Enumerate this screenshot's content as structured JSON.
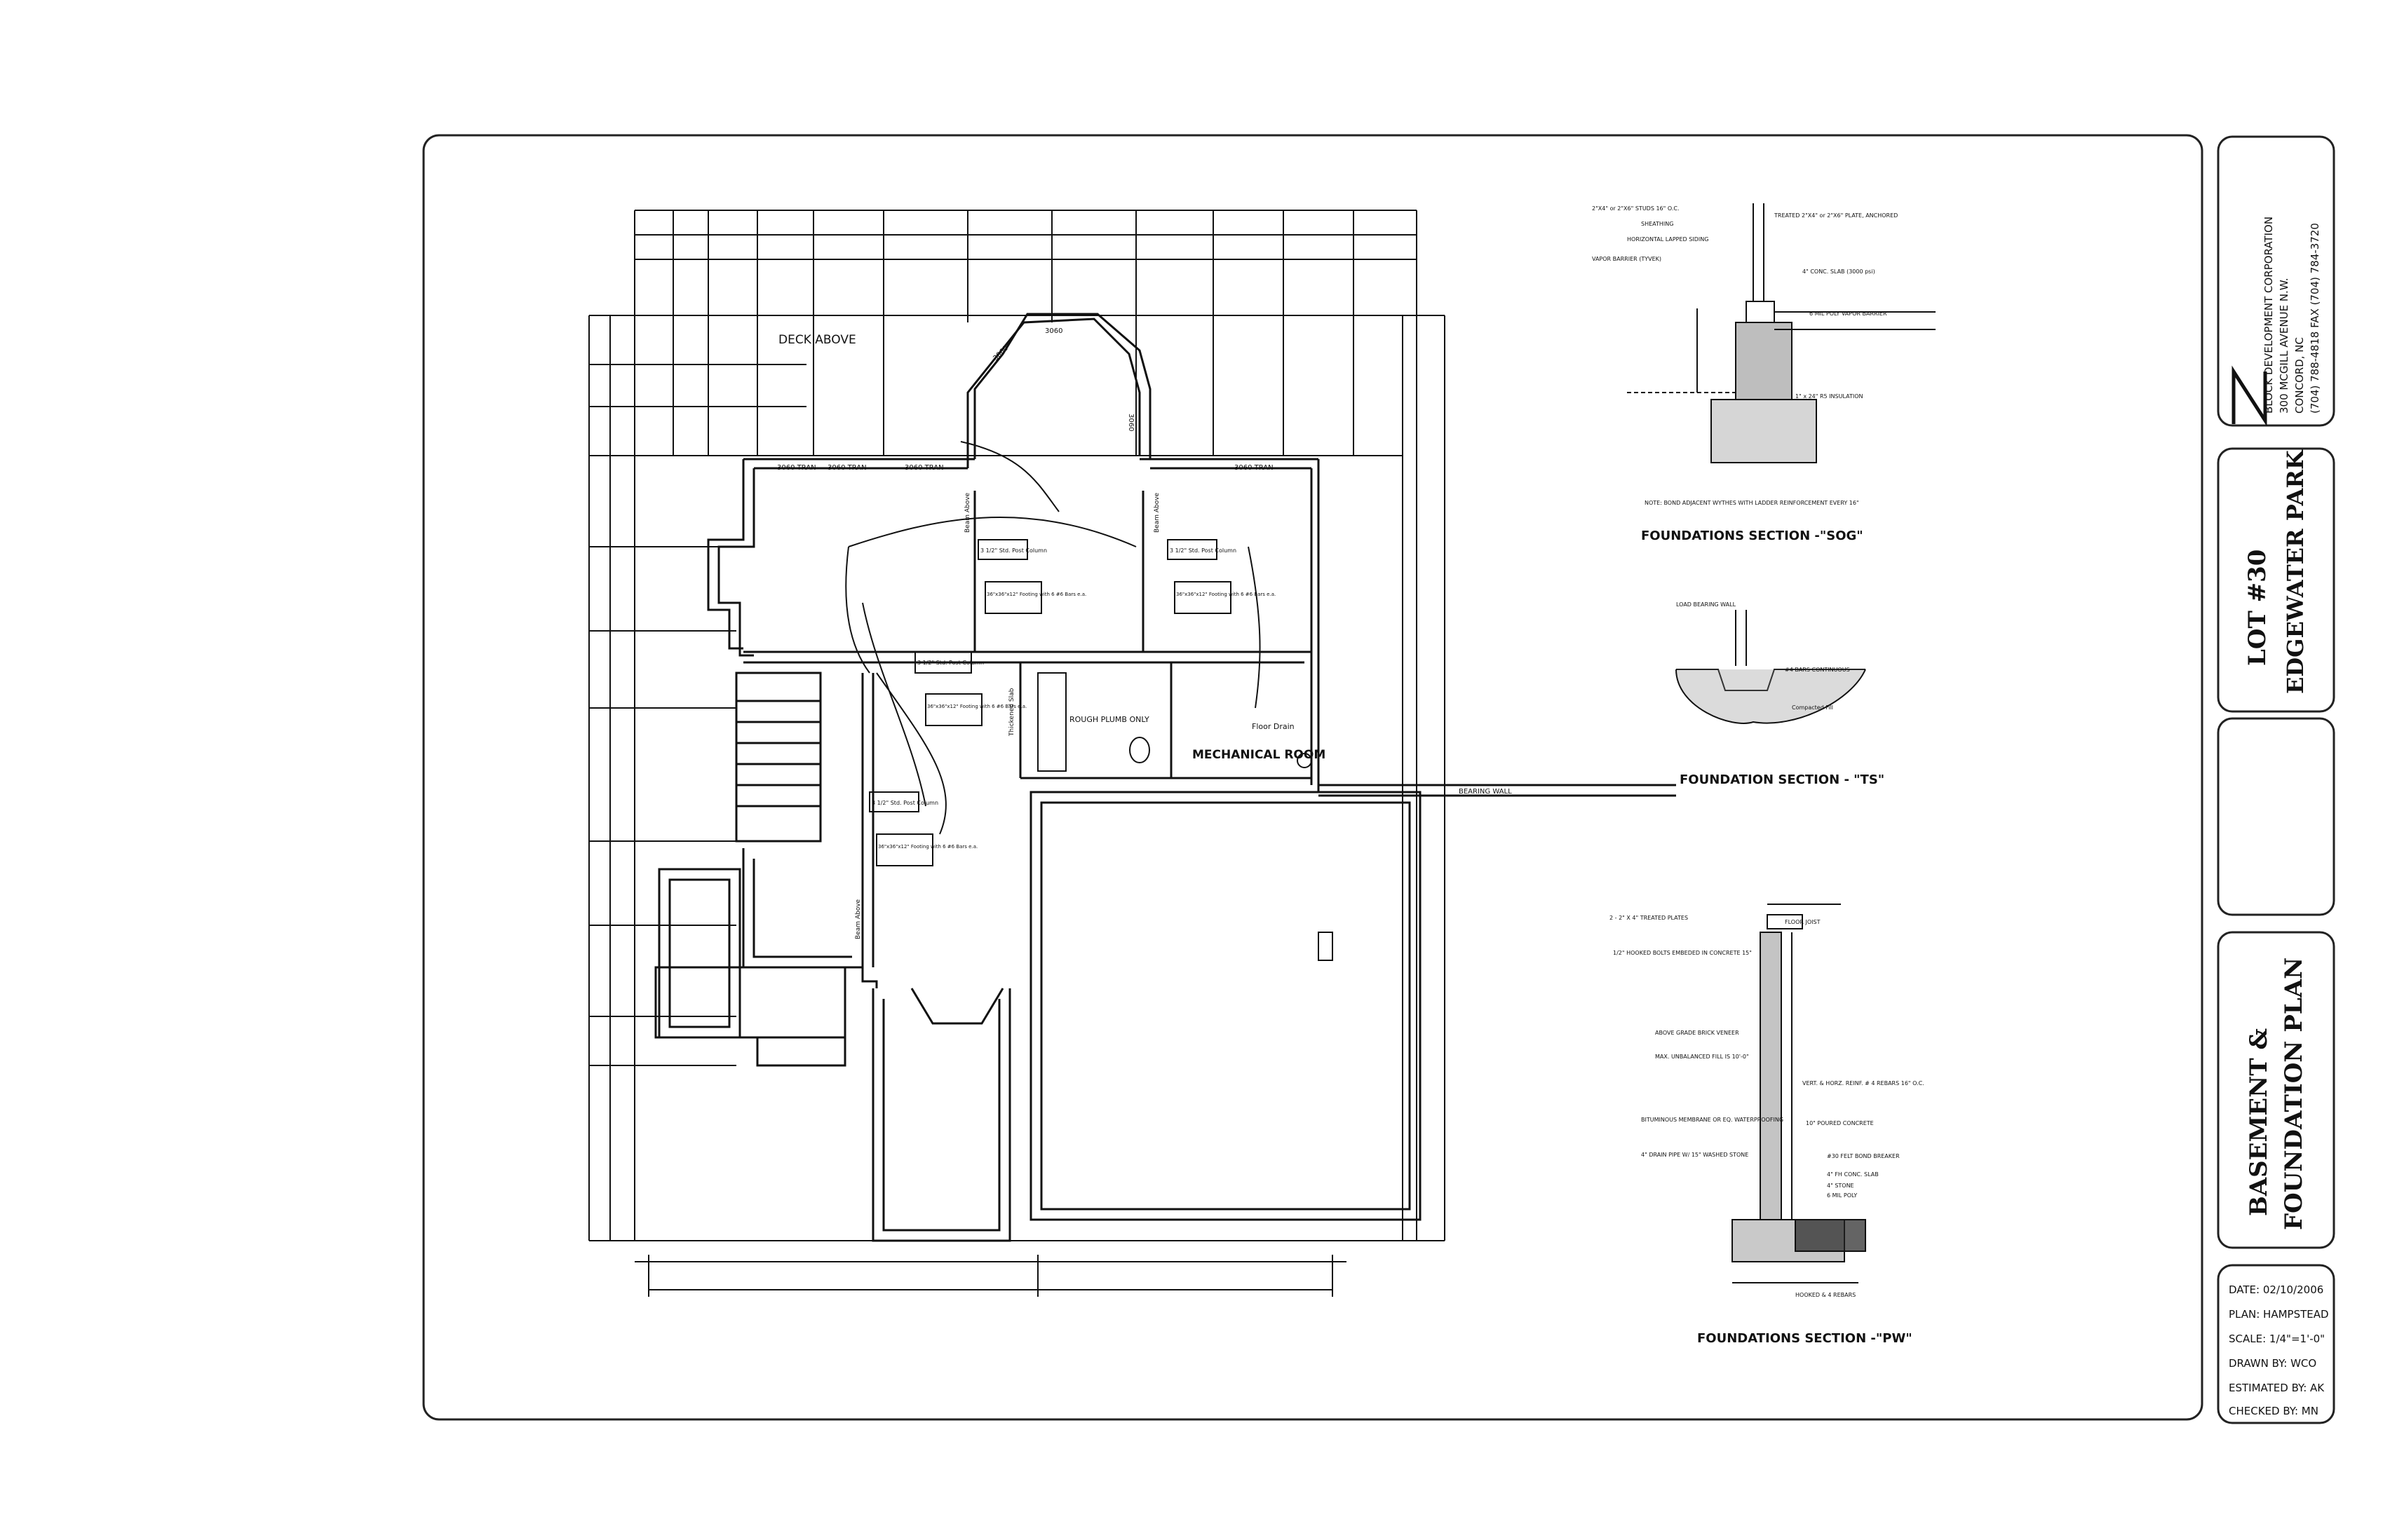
{
  "plan": {
    "deck_above": "DECK ABOVE",
    "mechanical_room": "MECHANICAL ROOM",
    "rough_plumb": "ROUGH PLUMB ONLY",
    "floor_drain": "Floor Drain",
    "bearing_wall": "BEARING WALL",
    "window_labels": [
      "3060 TRAN",
      "3060 TRAN",
      "3060 TRAN",
      "3060 TRAN",
      "3060",
      "3060",
      "3060"
    ],
    "column_labels": [
      "3 1/2\" Std. Post Column",
      "3 1/2\" Std. Post Column",
      "3 1/2\" Std. Post Column",
      "3 1/2\" Std. Post Column"
    ],
    "footing_labels": [
      "36\"x36\"x12\" Footing with 6 #6 Bars e.a.",
      "36\"x36\"x12\" Footing with 6 #6 Bars e.a.",
      "36\"x36\"x12\" Footing with 6 #6 Bars e.a.",
      "36\"x36\"x12\" Footing with 6 #6 Bars e.a."
    ],
    "beam_above": "Beam Above",
    "thickened_slab": "Thickened Slab"
  },
  "sections": {
    "sog": {
      "title": "FOUNDATIONS SECTION -\"SOG\"",
      "notes": [
        "2\"X4\" or 2\"X6\" STUDS 16\" O.C.",
        "SHEATHING",
        "HORIZONTAL LAPPED SIDING",
        "VAPOR BARRIER (TYVEK)",
        "TREATED 2\"X4\" or 2\"X6\" PLATE, ANCHORED",
        "4\" CONC. SLAB (3000 psi)",
        "6 MIL POLY VAPOR BARRIER",
        "1\" x 24\" R5 INSULATION",
        "NOTE: BOND ADJACENT WYTHES WITH LADDER REINFORCEMENT EVERY 16\""
      ]
    },
    "ts": {
      "title": "FOUNDATION SECTION - \"TS\"",
      "notes": [
        "LOAD BEARING WALL",
        "#4 BARS CONTINUOUS",
        "Compacted Fill"
      ]
    },
    "pw": {
      "title": "FOUNDATIONS SECTION -\"PW\"",
      "notes": [
        "2 - 2\" X 4\" TREATED PLATES",
        "FLOOR JOIST",
        "1/2\" HOOKED BOLTS EMBEDED IN CONCRETE 15\"",
        "ABOVE GRADE BRICK VENEER",
        "MAX. UNBALANCED FILL IS 10'-0\"",
        "VERT. & HORZ. REINF. # 4 REBARS 16\" O.C.",
        "BITUMINOUS MEMBRANE OR EQ. WATERPROOFING",
        "10\" POURED CONCRETE",
        "4\" DRAIN PIPE W/ 15\" WASHED STONE",
        "#30 FELT BOND BREAKER",
        "4\" FH CONC. SLAB",
        "4\" STONE",
        "6 MIL POLY",
        "HOOKED & 4 REBARS"
      ]
    }
  },
  "title_block": {
    "company": "BLOCK DEVELOPMENT CORPORATION",
    "address": "300 MCGILL AVENUE N.W.",
    "city": "CONCORD, NC",
    "phone": "(704) 788-4818 FAX (704) 784-3720",
    "lot": "LOT #30",
    "subdivision": "EDGEWATER PARK",
    "sheet_title_1": "BASEMENT &",
    "sheet_title_2": "FOUNDATION PLAN",
    "info": [
      "DATE: 02/10/2006",
      "PLAN: HAMPSTEAD",
      "SCALE: 1/4\"=1'-0\"",
      "DRAWN BY: WCO",
      "ESTIMATED BY: AK",
      "CHECKED BY: MN"
    ]
  }
}
